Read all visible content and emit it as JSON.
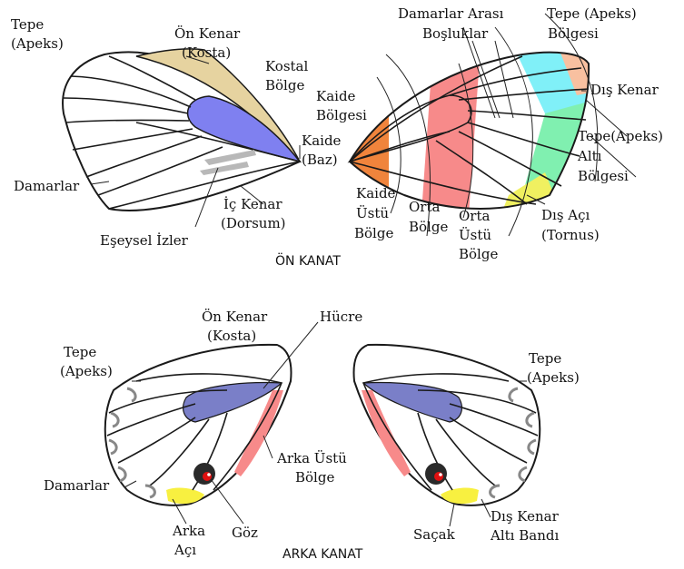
{
  "colors": {
    "costa": "#e6d3a0",
    "cell": "#7f80f0",
    "cell_hind": "#7a7fc8",
    "basal": "#f0843c",
    "median": "#f78a8a",
    "apical": "#80f0f8",
    "apex": "#f8c0a0",
    "subapical": "#80f0b0",
    "tornus": "#f0f060",
    "anal": "#f8f040",
    "eye": "#e01010"
  },
  "forewing_left": {
    "apex": [
      "Tepe",
      "(Apeks)"
    ],
    "costa": [
      "Ön Kenar",
      "(Kosta)"
    ],
    "costal_region": [
      "Kostal",
      "Bölge"
    ],
    "base": [
      "Kaide",
      "(Baz)"
    ],
    "veins": "Damarlar",
    "dorsum": [
      "İç Kenar",
      "(Dorsum)"
    ],
    "sex_marks": "Eşeysel İzler"
  },
  "forewing_right": {
    "interveinal": [
      "Damarlar Arası",
      "Boşluklar"
    ],
    "apical_region": [
      "Tepe (Apeks)",
      "Bölgesi"
    ],
    "termen": "Dış Kenar",
    "basal_region": [
      "Kaide",
      "Bölgesi"
    ],
    "subapical": [
      "Tepe(Apeks)",
      "Altı",
      "Bölgesi"
    ],
    "postbasal": [
      "Kaide",
      "Üstü",
      "Bölge"
    ],
    "median": [
      "Orta",
      "Bölge"
    ],
    "postmedian": [
      "Orta",
      "Üstü",
      "Bölge"
    ],
    "tornus": [
      "Dış Açı",
      "(Tornus)"
    ]
  },
  "forewing_caption": "ÖN KANAT",
  "hindwing": {
    "costa": [
      "Ön Kenar",
      "(Kosta)"
    ],
    "cell": "Hücre",
    "apex_left": [
      "Tepe",
      "(Apeks)"
    ],
    "apex_right": [
      "Tepe",
      "(Apeks)"
    ],
    "veins": "Damarlar",
    "postdiscal": [
      "Arka Üstü",
      "Bölge"
    ],
    "anal_angle": [
      "Arka",
      "Açı"
    ],
    "eye": "Göz",
    "fringe": "Saçak",
    "submarginal": [
      "Dış Kenar",
      "Altı Bandı"
    ]
  },
  "hindwing_caption": "ARKA KANAT"
}
